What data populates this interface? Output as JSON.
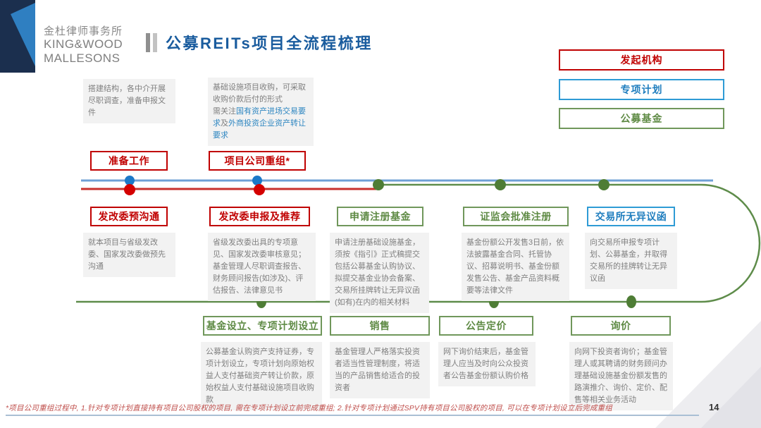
{
  "header": {
    "logo_cn": "金杜律师事务所",
    "logo_en1": "KING&WOOD",
    "logo_en2": "MALLESONS",
    "title": "公募REITs项目全流程梳理"
  },
  "legend": {
    "sponsor": "发起机构",
    "abs_plan": "专项计划",
    "public_fund": "公募基金"
  },
  "notes": {
    "prep_note": "搭建结构，各中介开展尽职调查，准备申报文件",
    "restructure_note_line1": "基础设施项目收购，可采取收购价款后付的形式",
    "restructure_note_prefix": "需关注",
    "restructure_note_blue1": "国有资产进场交易要求",
    "restructure_note_mid": "及",
    "restructure_note_blue2": "外商投资企业资产转让要求"
  },
  "stages_top": {
    "prep": "准备工作",
    "restructure": "项目公司重组*"
  },
  "stages_mid": {
    "ndrc_pre": {
      "label": "发改委预沟通",
      "desc": "就本项目与省级发改委、国家发改委做预先沟通"
    },
    "ndrc_file": {
      "label": "发改委申报及推荐",
      "desc": "省级发改委出具的专项意见、国家发改委审核意见；基金管理人尽职调查报告、财务顾问报告(如涉及)、评估报告、法律意见书"
    },
    "fund_reg": {
      "label": "申请注册基金",
      "desc": "申请注册基础设施基金，须按《指引》正式稿提交包括公募基金认购协议、拟提交基金业协会备案、交易所挂牌转让无异议函(如有)在内的相关材料"
    },
    "csrc_approve": {
      "label": "证监会批准注册",
      "desc": "基金份额公开发售3日前，依法披露基金合同、托管协议、招募说明书、基金份额发售公告、基金产品资料概要等法律文件"
    },
    "exchange_letter": {
      "label": "交易所无异议函",
      "desc": "向交易所申报专项计划、公募基金，并取得交易所的挂牌转让无异议函"
    }
  },
  "stages_bottom": {
    "setup": {
      "label": "基金设立、专项计划设立",
      "desc": "公募基金认购资产支持证券，专项计划设立，专项计划向原始权益人支付基础资产转让价款，原始权益人支付基础设施项目收购款"
    },
    "sale": {
      "label": "销售",
      "desc": "基金管理人严格落实投资者适当性管理制度，将适当的产品销售给适合的投资者"
    },
    "price_announce": {
      "label": "公告定价",
      "desc": "网下询价结束后，基金管理人应当及时向公众投资者公告基金份额认购价格"
    },
    "inquiry": {
      "label": "询价",
      "desc": "向网下投资者询价；基金管理人或其聘请的财务顾问办理基础设施基金份额发售的路演推介、询价、定价、配售等相关业务活动"
    }
  },
  "footer": {
    "footnote": "*项目公司重组过程中, 1.针对专项计划直接持有项目公司股权的项目, 需在专项计划设立前完成重组; 2.针对专项计划通过SPV持有项目公司股权的项目, 可以在专项计划设立后完成重组",
    "page_number": "14"
  },
  "colors": {
    "sponsor_red": "#c00000",
    "plan_blue": "#2e9bd5",
    "fund_green": "#70975b",
    "title_blue": "#1a5c9e",
    "note_gray_bg": "#f2f2f2"
  }
}
